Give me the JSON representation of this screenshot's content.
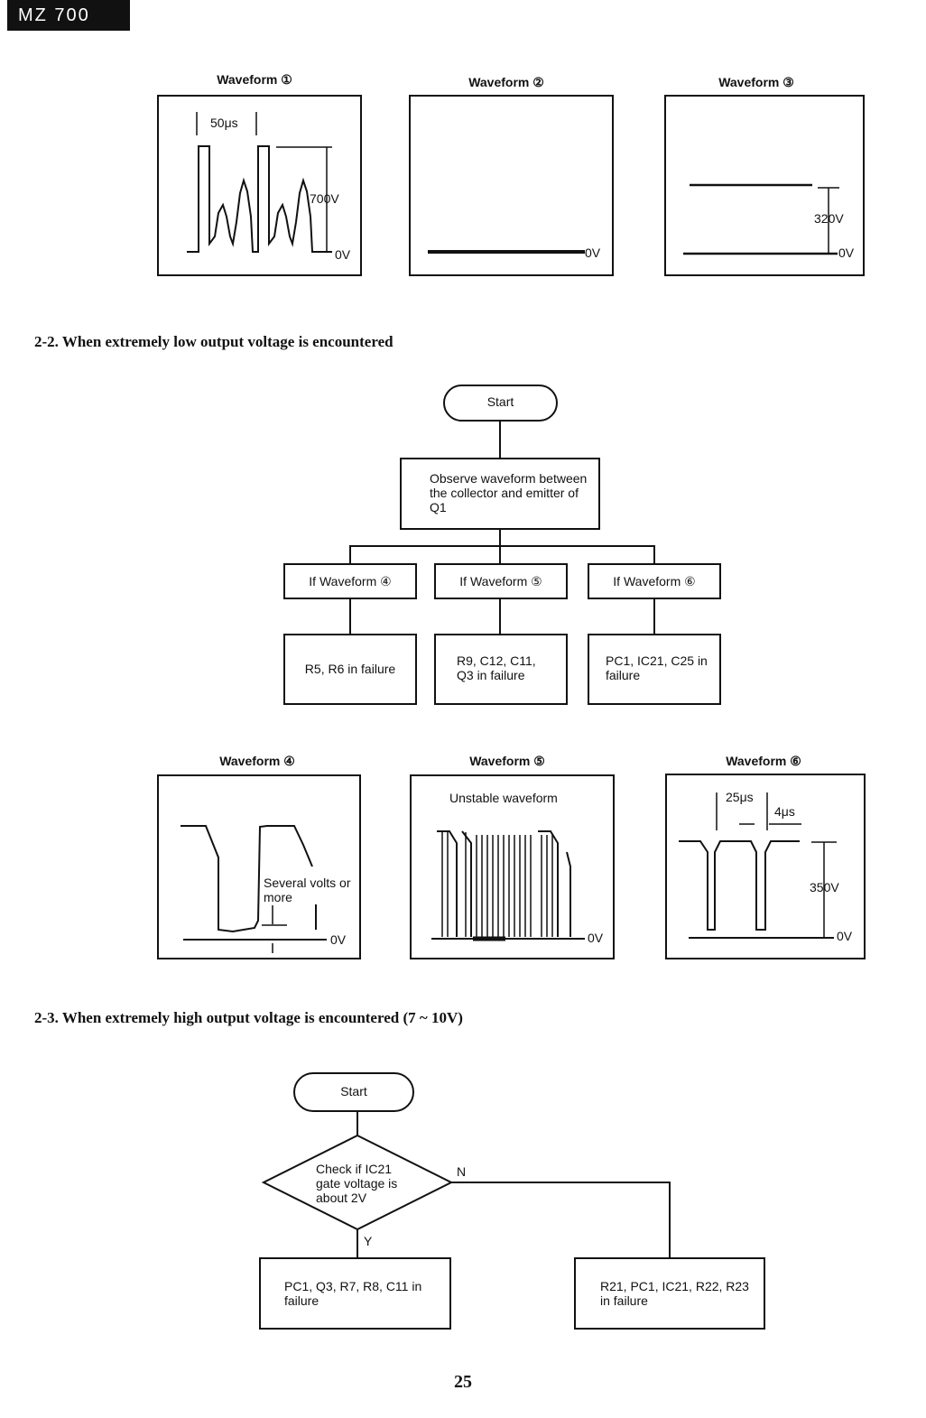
{
  "header": {
    "model": "MZ 700"
  },
  "top_waveforms": {
    "w1": {
      "title": "Waveform ①",
      "period": "50μs",
      "amplitude": "700V",
      "zero": "0V"
    },
    "w2": {
      "title": "Waveform ②",
      "zero": "0V"
    },
    "w3": {
      "title": "Waveform ③",
      "amplitude": "320V",
      "zero": "0V"
    }
  },
  "section_2_2": {
    "heading": "2-2. When extremely low output voltage is encountered",
    "start": "Start",
    "observe": "Observe waveform between the collector and emitter of Q1",
    "branches": [
      {
        "condition": "If Waveform ④",
        "result": "R5, R6 in failure"
      },
      {
        "condition": "If Waveform ⑤",
        "result": "R9, C12, C11, Q3 in failure"
      },
      {
        "condition": "If Waveform ⑥",
        "result": "PC1, IC21, C25 in failure"
      }
    ]
  },
  "lower_waveforms": {
    "w4": {
      "title": "Waveform ④",
      "note": "Several volts or more",
      "zero": "0V"
    },
    "w5": {
      "title": "Waveform ⑤",
      "note": "Unstable waveform",
      "zero": "0V"
    },
    "w6": {
      "title": "Waveform ⑥",
      "period": "25μs",
      "pulse": "4μs",
      "amplitude": "350V",
      "zero": "0V"
    }
  },
  "section_2_3": {
    "heading": "2-3. When extremely high output voltage is encountered (7 ~ 10V)",
    "start": "Start",
    "decision": "Check if IC21 gate voltage is about 2V",
    "yes_label": "Y",
    "no_label": "N",
    "yes_result": "PC1, Q3, R7, R8, C11 in failure",
    "no_result": "R21, PC1, IC21, R22, R23 in failure"
  },
  "page_number": "25"
}
